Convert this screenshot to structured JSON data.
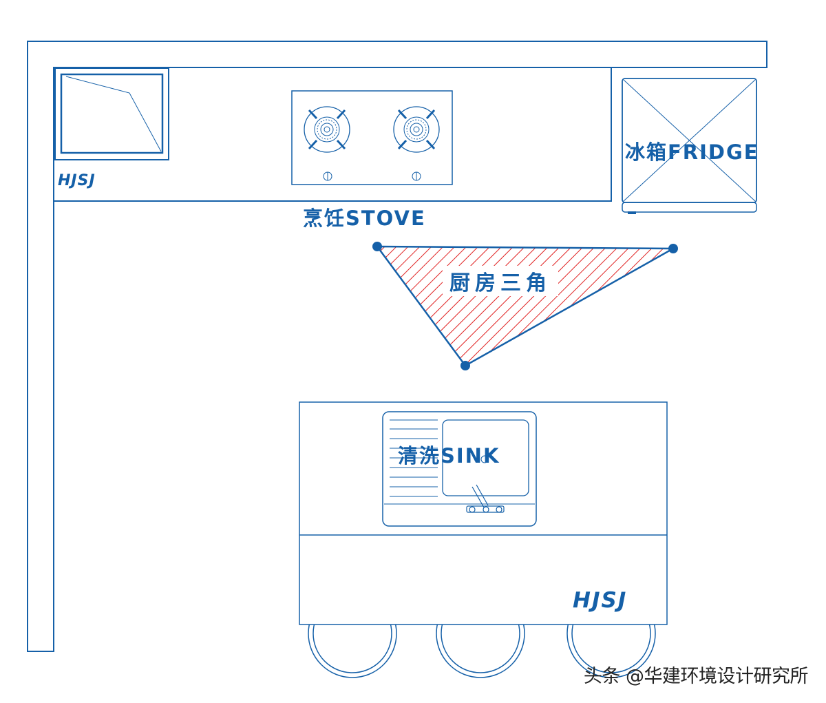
{
  "colors": {
    "line": "#1560a8",
    "hatch": "#e02020",
    "watermark": "#222222",
    "background": "#ffffff"
  },
  "labels": {
    "fridge": "冰箱FRIDGE",
    "stove": "烹饪STOVE",
    "triangle": "厨房三角",
    "sink": "清洗SINK"
  },
  "logos": {
    "top": "HJSJ",
    "island": "HJSJ"
  },
  "watermark": "头条 @华建环境设计研究所",
  "elements": [
    "counter-top-wall",
    "counter-left-wall",
    "small-sink-top-left",
    "gas-stove",
    "fridge",
    "kitchen-work-triangle",
    "island-counter",
    "island-sink",
    "bar-stools"
  ]
}
